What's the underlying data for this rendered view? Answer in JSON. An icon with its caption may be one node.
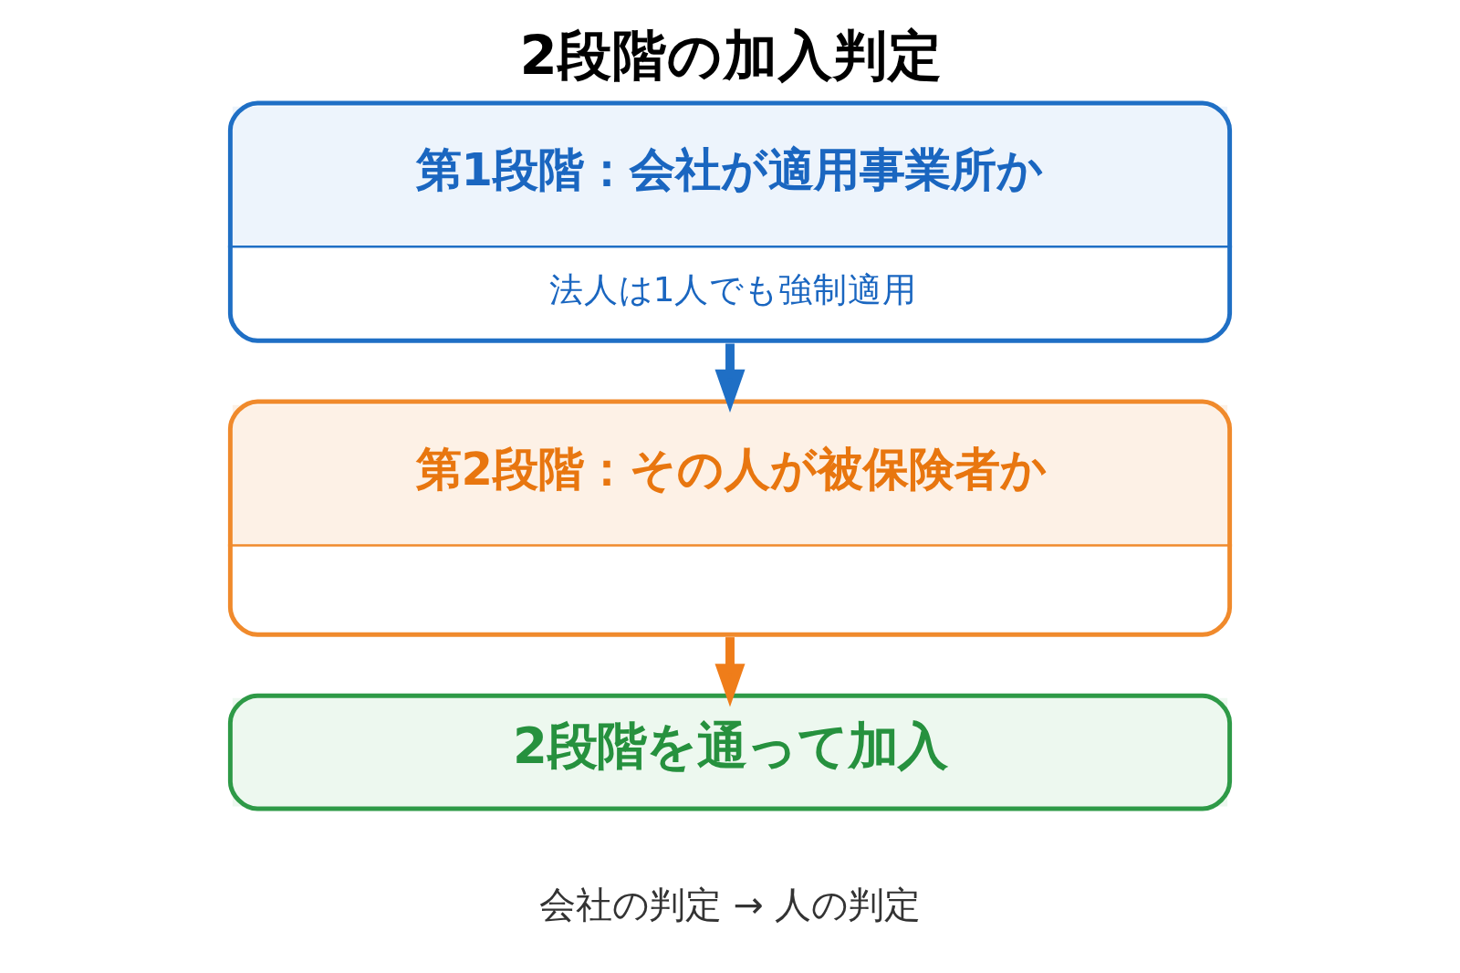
{
  "diagram": {
    "title": "2段階の加入判定",
    "caption": "会社の判定 → 人の判定",
    "nodes": [
      {
        "text": [
          "第1段階：会社が適用事業所か",
          "法人は1人でも強制適用"
        ]
      },
      {
        "text": [
          "第2段階：その人が被保険者か"
        ]
      },
      {
        "text": [
          "2段階を通って加入"
        ]
      }
    ],
    "edges": [
      {
        "from": 0,
        "to": 1,
        "arrow": "to",
        "color": "#1f6fc5"
      },
      {
        "from": 1,
        "to": 2,
        "arrow": "to",
        "color": "#ef7d1a"
      }
    ]
  }
}
